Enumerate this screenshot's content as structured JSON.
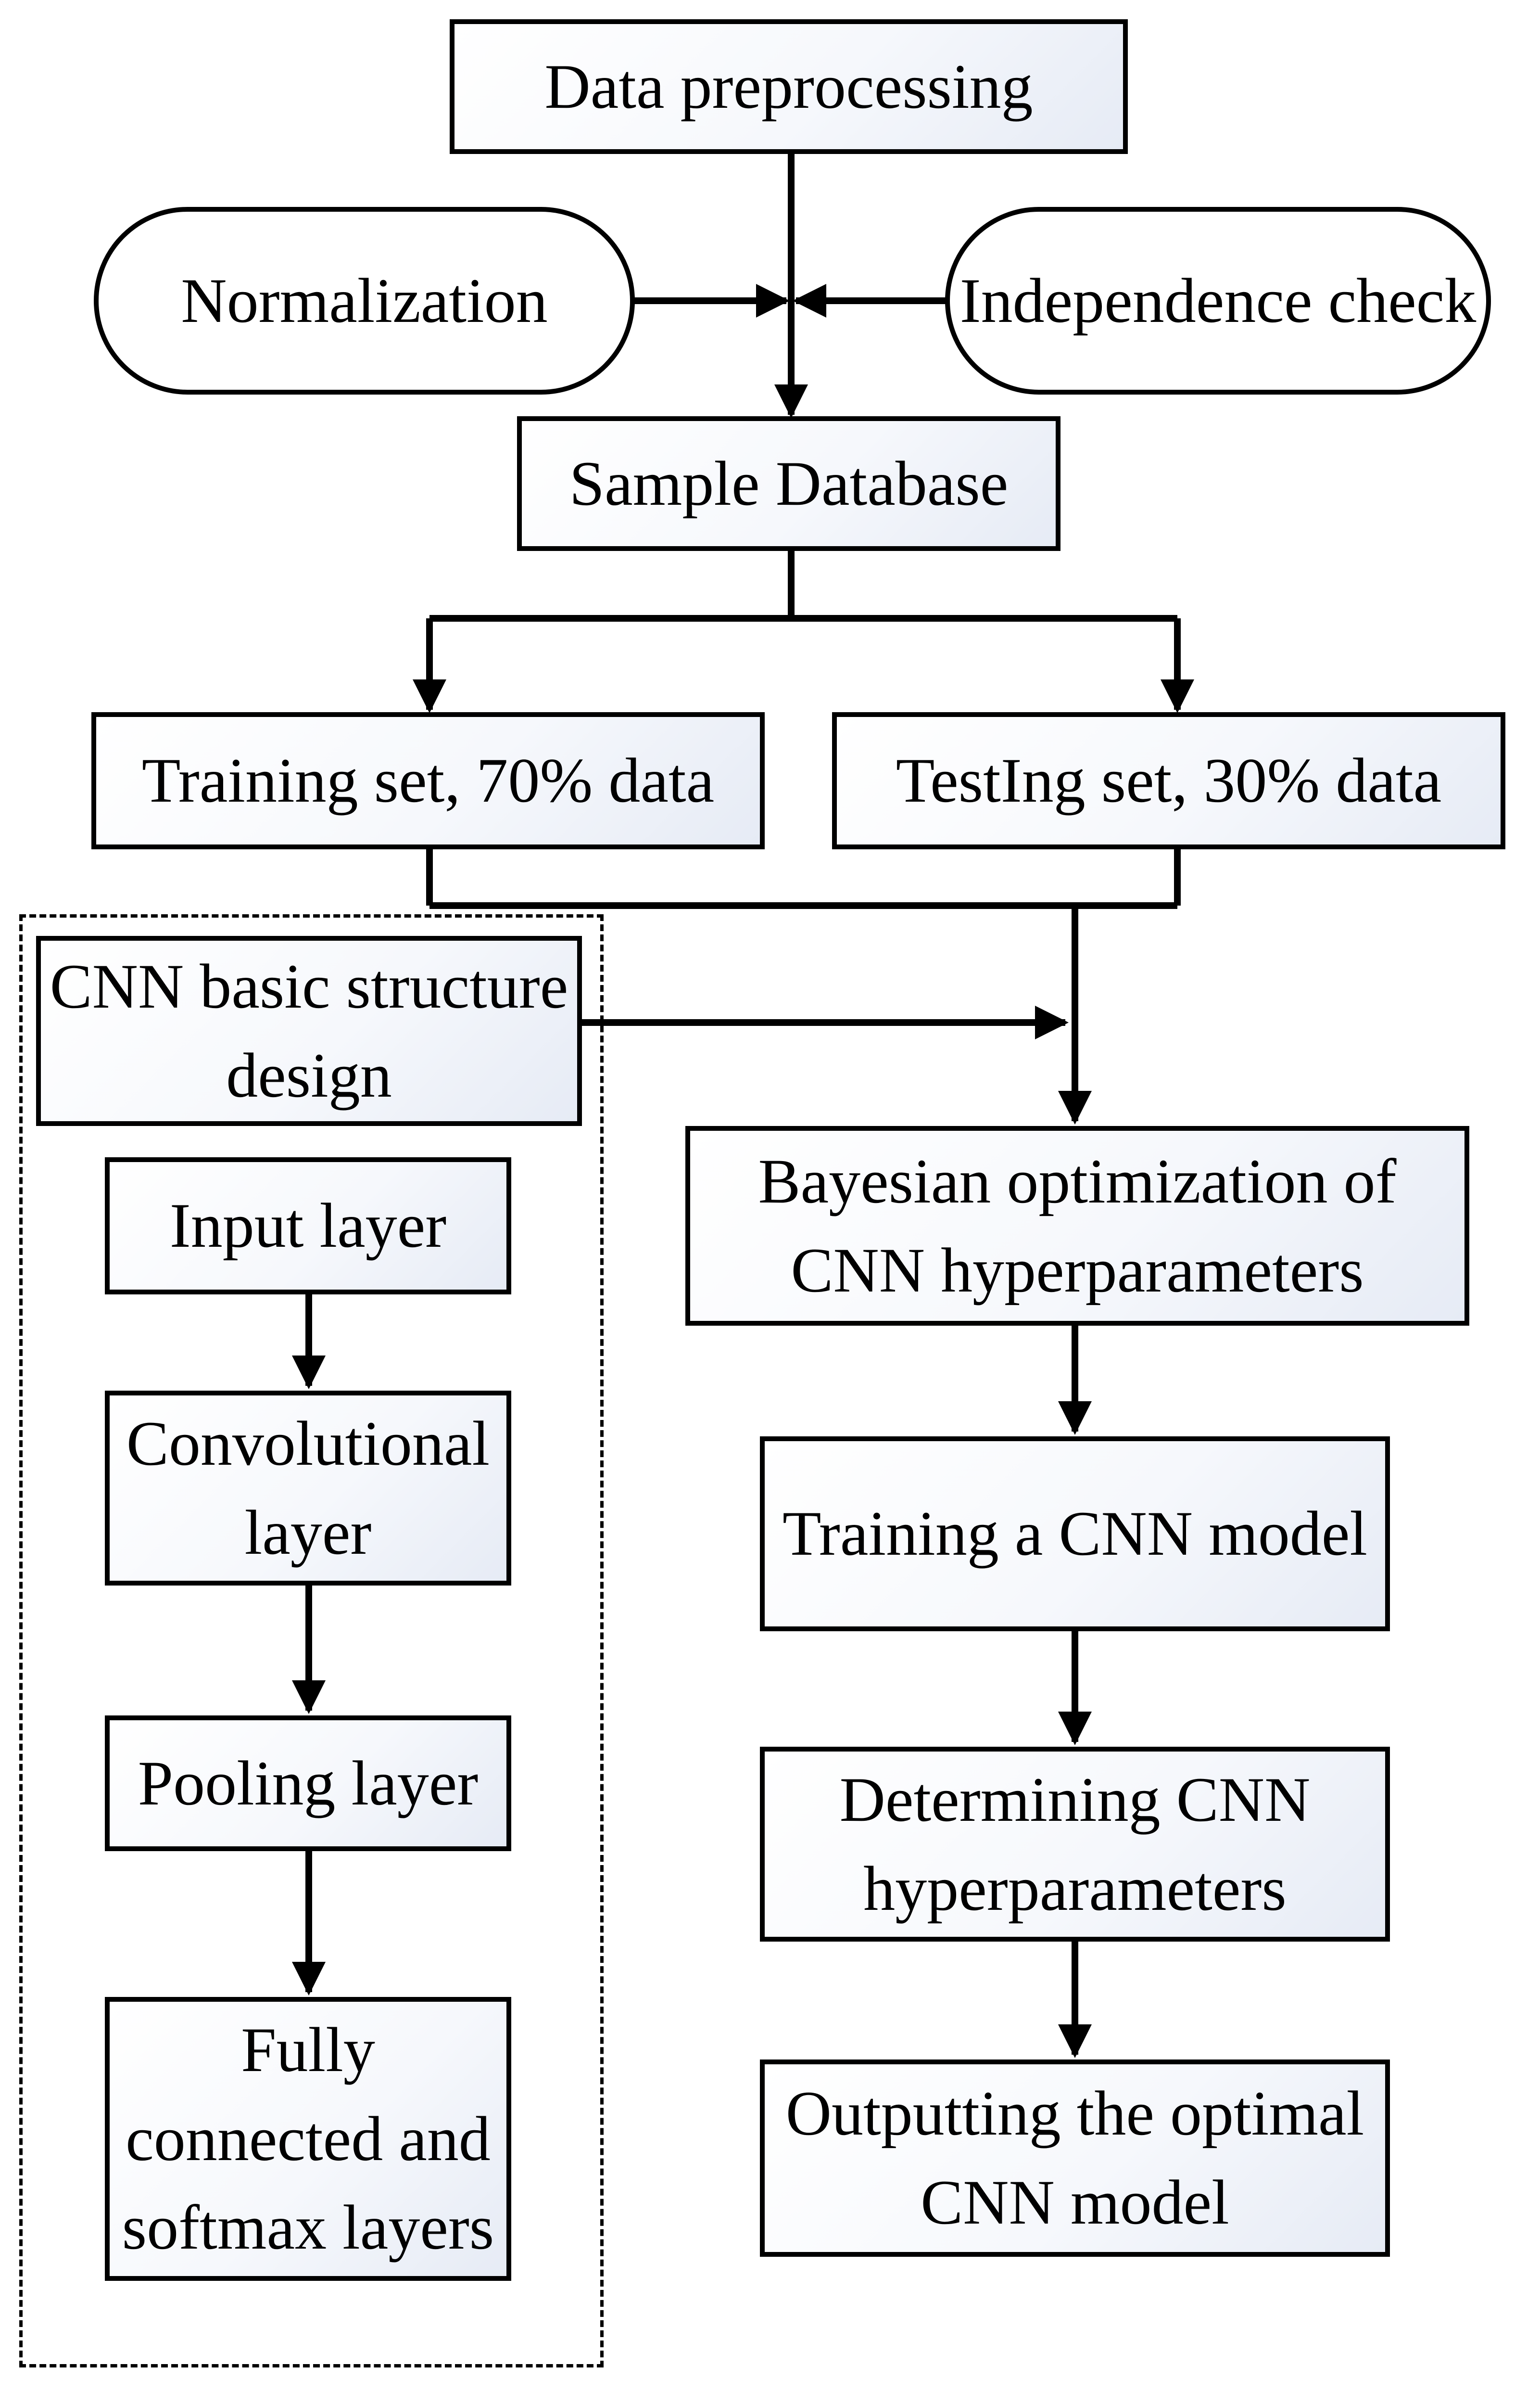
{
  "diagram": {
    "nodes": {
      "data_preprocessing": "Data preprocessing",
      "normalization": "Normalization",
      "independence_check": "Independence check",
      "sample_database": "Sample Database",
      "training_set": "Training set, 70% data",
      "testing_set": "TestIng set, 30% data",
      "cnn_basic_structure": "CNN basic structure\ndesign",
      "input_layer": "Input layer",
      "convolutional_layer": "Convolutional\nlayer",
      "pooling_layer": "Pooling layer",
      "fully_connected": "Fully\nconnected and\nsoftmax layers",
      "bayesian_optimization": "Bayesian optimization of\nCNN hyperparameters",
      "training_cnn": "Training a CNN model",
      "determining_hyperparameters": "Determining CNN\nhyperparameters",
      "outputting_model": "Outputting the optimal\nCNN model"
    },
    "colors": {
      "stroke": "#000000",
      "box_fill_light": "#ffffff",
      "box_fill_tint": "#e6ebf5"
    }
  }
}
